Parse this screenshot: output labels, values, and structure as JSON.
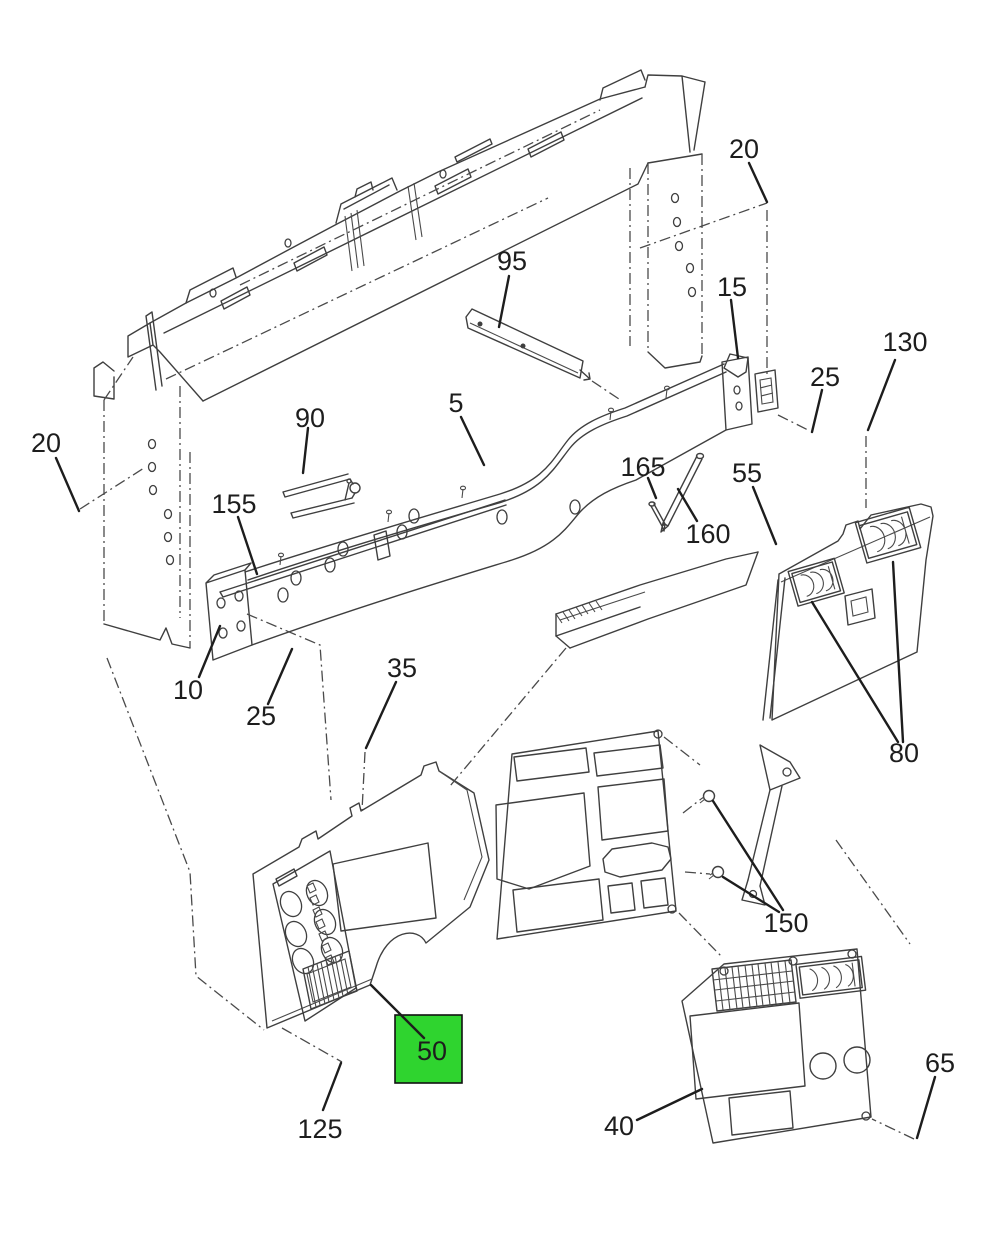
{
  "figure": {
    "type": "exploded-parts-diagram",
    "background": "#ffffff",
    "line_color": "#3f3f3f",
    "highlight_box": {
      "fill": "#2fd42f",
      "border": "#111111",
      "text_color": "#262626"
    }
  },
  "callouts": {
    "pillar_right_20": {
      "label": "20"
    },
    "support_bar_95": {
      "label": "95"
    },
    "bracket_15": {
      "label": "15"
    },
    "clip_right_25": {
      "label": "25"
    },
    "panel_130": {
      "label": "130"
    },
    "hinge_90": {
      "label": "90"
    },
    "rail_5": {
      "label": "5"
    },
    "pin_165": {
      "label": "165"
    },
    "rod_160": {
      "label": "160"
    },
    "side_panel_55": {
      "label": "55"
    },
    "pillar_left_20": {
      "label": "20"
    },
    "strip_155": {
      "label": "155"
    },
    "bracket_10": {
      "label": "10"
    },
    "clip_left_25": {
      "label": "25"
    },
    "dash_top_35": {
      "label": "35"
    },
    "vents_80": {
      "label": "80"
    },
    "screws_150": {
      "label": "150"
    },
    "highlight_50": {
      "label": "50"
    },
    "trim_125": {
      "label": "125"
    },
    "lower_panel_40": {
      "label": "40"
    },
    "fastener_65": {
      "label": "65"
    }
  }
}
